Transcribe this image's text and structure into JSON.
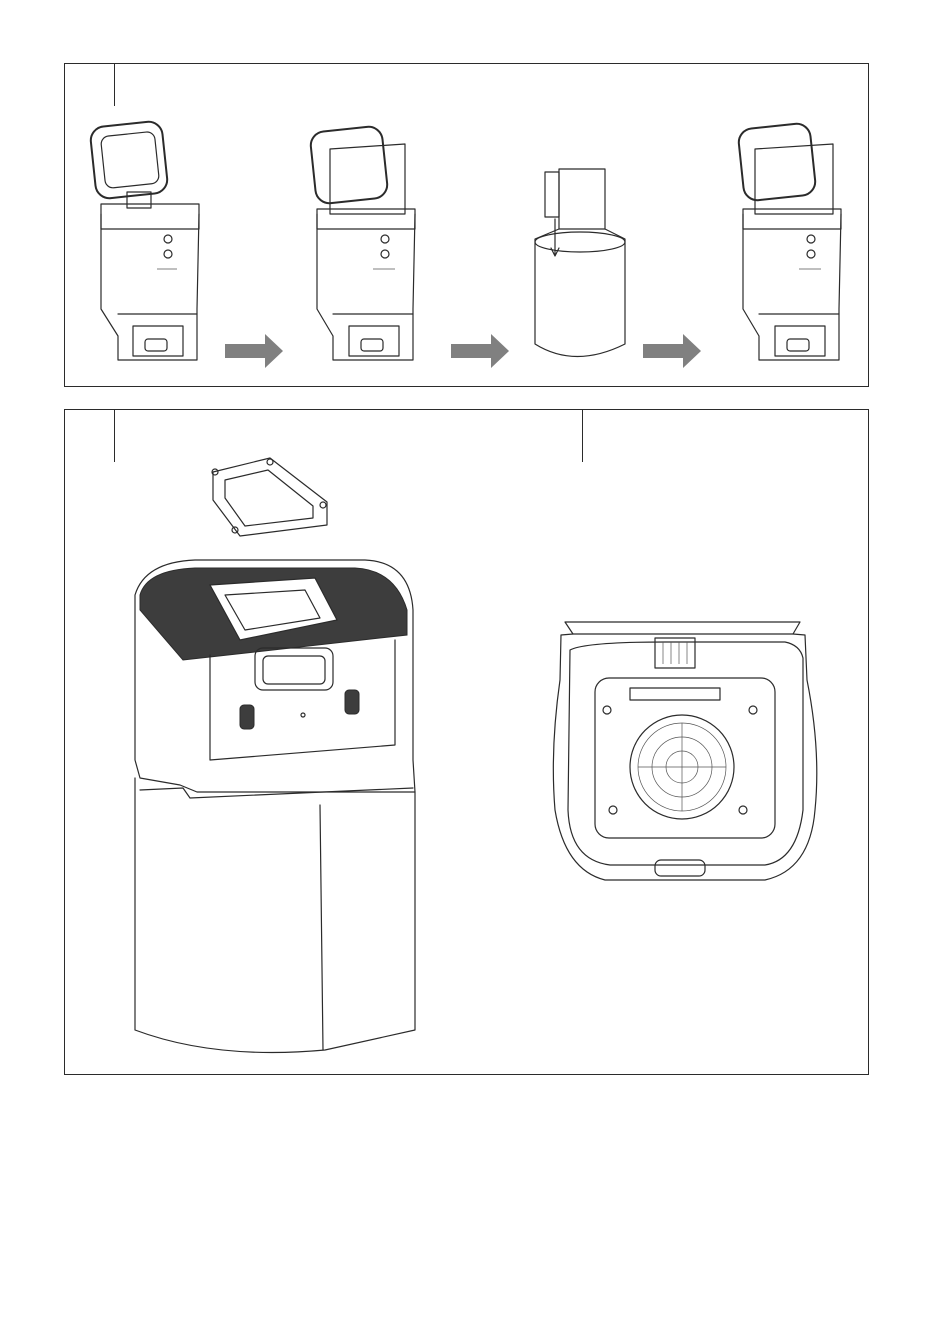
{
  "document": {
    "panels": [
      {
        "id": "bag-replacement-panel",
        "step_labels": [],
        "figures": [
          "station-bin-open-icon",
          "station-bag-inserted-icon",
          "dust-bag-icon",
          "station-bag-installed-icon"
        ],
        "arrows": 3
      },
      {
        "id": "filter-cleaning-panel",
        "step_labels": [],
        "figures": [
          "gasket-frame-icon",
          "station-body-icon",
          "lid-underside-filter-icon"
        ]
      }
    ],
    "colors": {
      "line": "#2b2b2b",
      "arrow": "#808080",
      "dark_fill": "#3d3d3d",
      "background": "#ffffff"
    }
  }
}
